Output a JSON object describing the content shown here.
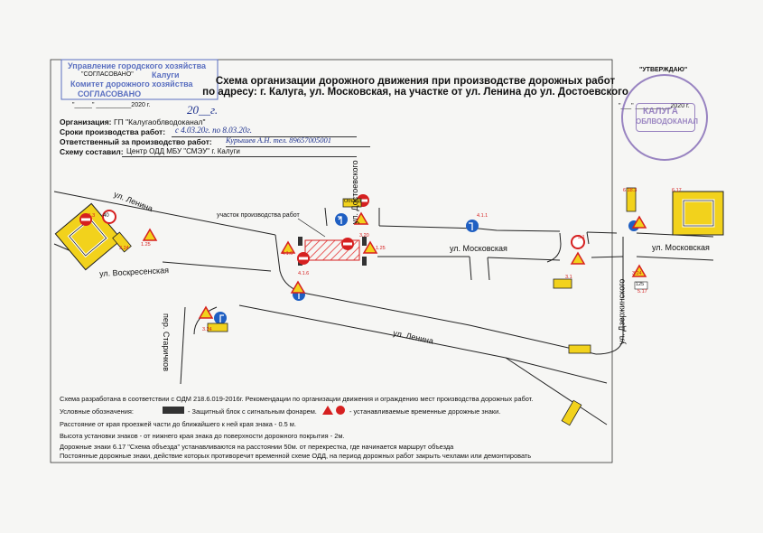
{
  "title": {
    "line1": "Схема организации дорожного движения при производстве дорожных работ",
    "line2": "по адресу: г. Калуга, ул. Московская, на участке от ул. Ленина до ул. Достоевского"
  },
  "approval_left": {
    "org1": "Управление городского хозяйства",
    "agreed": "\"СОГЛАСОВАНО\"",
    "city": "Калуги",
    "org2": "Комитет дорожного хозяйства",
    "agreed2": "СОГЛАСОВАНО",
    "date_line": "\"_____\" __________2020 г.",
    "date_hand": "20__г."
  },
  "approval_right": {
    "label": "\"УТВЕРЖДАЮ\"",
    "date_line": "\"___\" __________2020 г.",
    "stamp_city": "КАЛУГА",
    "stamp_org": "ОБЛВОДОКАНАЛ"
  },
  "info": {
    "org_label": "Организация:",
    "org_value": "ГП \"Калугаоблводоканал\"",
    "period_label": "Сроки производства работ:",
    "period_value": "с 4.03.20г.   по 8.03.20г.",
    "resp_label": "Ответственный за производство работ:",
    "resp_value": "Курышев А.Н. тел. 89657005001",
    "author_label": "Схему составил:",
    "author_value": "Центр ОДД МБУ \"СМЭУ\" г. Калуги"
  },
  "map": {
    "street_lenina_top": "ул. Ленина",
    "street_voskresenskaya": "ул. Воскресенская",
    "street_starichkov": "пер. Старичков",
    "street_lenina_bottom": "ул. Ленина",
    "street_dostoevskogo": "ул. Достоевского",
    "street_moskovskaya_1": "ул. Московская",
    "street_moskovskaya_2": "ул. Московская",
    "street_dzerzhinskogo": "ул. Дзержинского",
    "work_area": "участок производства работ",
    "detour_sign": "Объезд",
    "sign_codes": [
      "4.1.3",
      "1.25",
      "3.24",
      "4.1.1",
      "3.1",
      "4.1.6",
      "6.17",
      "3.20",
      "1.25",
      "4.1.6",
      "3.24",
      "5.17",
      "3.1",
      "6.18.3",
      "3.24"
    ],
    "speed_value": "40",
    "mass_value": "125"
  },
  "notes": {
    "n1": "Схема разработана в соответствии с ОДМ 218.6.019-2016г. Рекомендации по организации движения и ограждению мест производства дорожных работ.",
    "legend_label": "Условные обозначения:",
    "legend_barrier": "- Защитный блок с сигнальным фонарем.",
    "legend_signs": "- устанавливаемые временные дорожные знаки.",
    "n2": "Расстояние от края проезжей части до ближайшего к ней края знака - 0.5 м.",
    "n3": "Высота установки знаков -  от нижнего края знака до поверхности дорожного покрытия - 2м.",
    "n4": "Дорожные знаки 6.17 \"Схема объезда\" устанавливаются на расстоянии 50м. от перекрестка, где начинается маршрут объезда",
    "n5": "Постоянные дорожные знаки, действие которых противоречит временной схеме ОДД, на период дорожных работ закрыть чехлами или демонтировать"
  },
  "colors": {
    "stamp_blue": "#5a6fc0",
    "ink_blue": "#1b2f8c",
    "sign_red": "#d62020",
    "sign_yellow": "#f2d21c",
    "sign_blue": "#1f5fc2",
    "hatch": "#e85a5a"
  }
}
